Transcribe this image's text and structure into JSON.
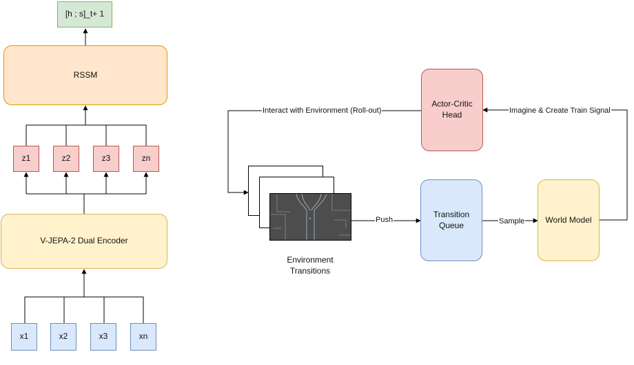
{
  "left": {
    "output_state": "[h ; s]_t+ 1",
    "rssm": "RSSM",
    "latents": [
      "z1",
      "z2",
      "z3",
      "zn"
    ],
    "encoder": "V-JEPA-2 Dual Encoder",
    "inputs": [
      "x1",
      "x2",
      "x3",
      "xn"
    ]
  },
  "right": {
    "actor_critic": "Actor-Critic Head",
    "transition_queue": "Transition Queue",
    "world_model": "World Model",
    "env_caption": "Environment Transitions",
    "edges": {
      "interact": "Interact with Environment (Roll-out)",
      "imagine": "Imagine & Create Train Signal",
      "push": "Push",
      "sample": "Sample"
    }
  }
}
